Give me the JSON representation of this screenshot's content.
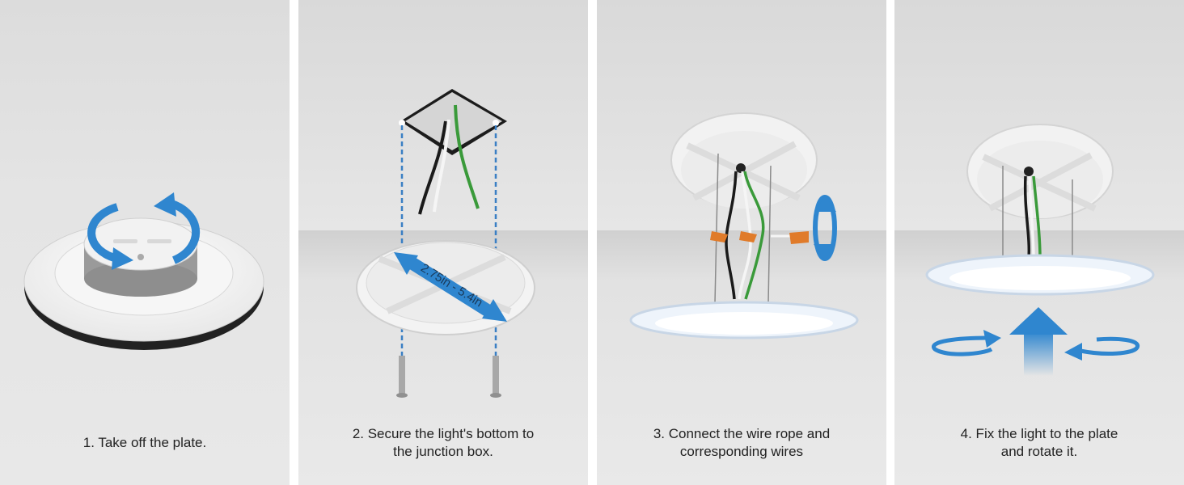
{
  "steps": [
    {
      "lines": [
        "1. Take off the plate."
      ]
    },
    {
      "lines": [
        "2. Secure the light's bottom to",
        "the junction box."
      ]
    },
    {
      "lines": [
        "3. Connect the wire rope and",
        "corresponding wires"
      ]
    },
    {
      "lines": [
        "4. Fix the light to the plate",
        "and rotate it."
      ]
    }
  ],
  "measurement": "2.75in - 5.4in",
  "colors": {
    "arrow_blue": "#2f86cf",
    "guide_blue": "#3a7fc4",
    "wire_green": "#3a9a3a",
    "wire_black": "#1a1a1a",
    "connector_orange": "#e07b2a"
  }
}
